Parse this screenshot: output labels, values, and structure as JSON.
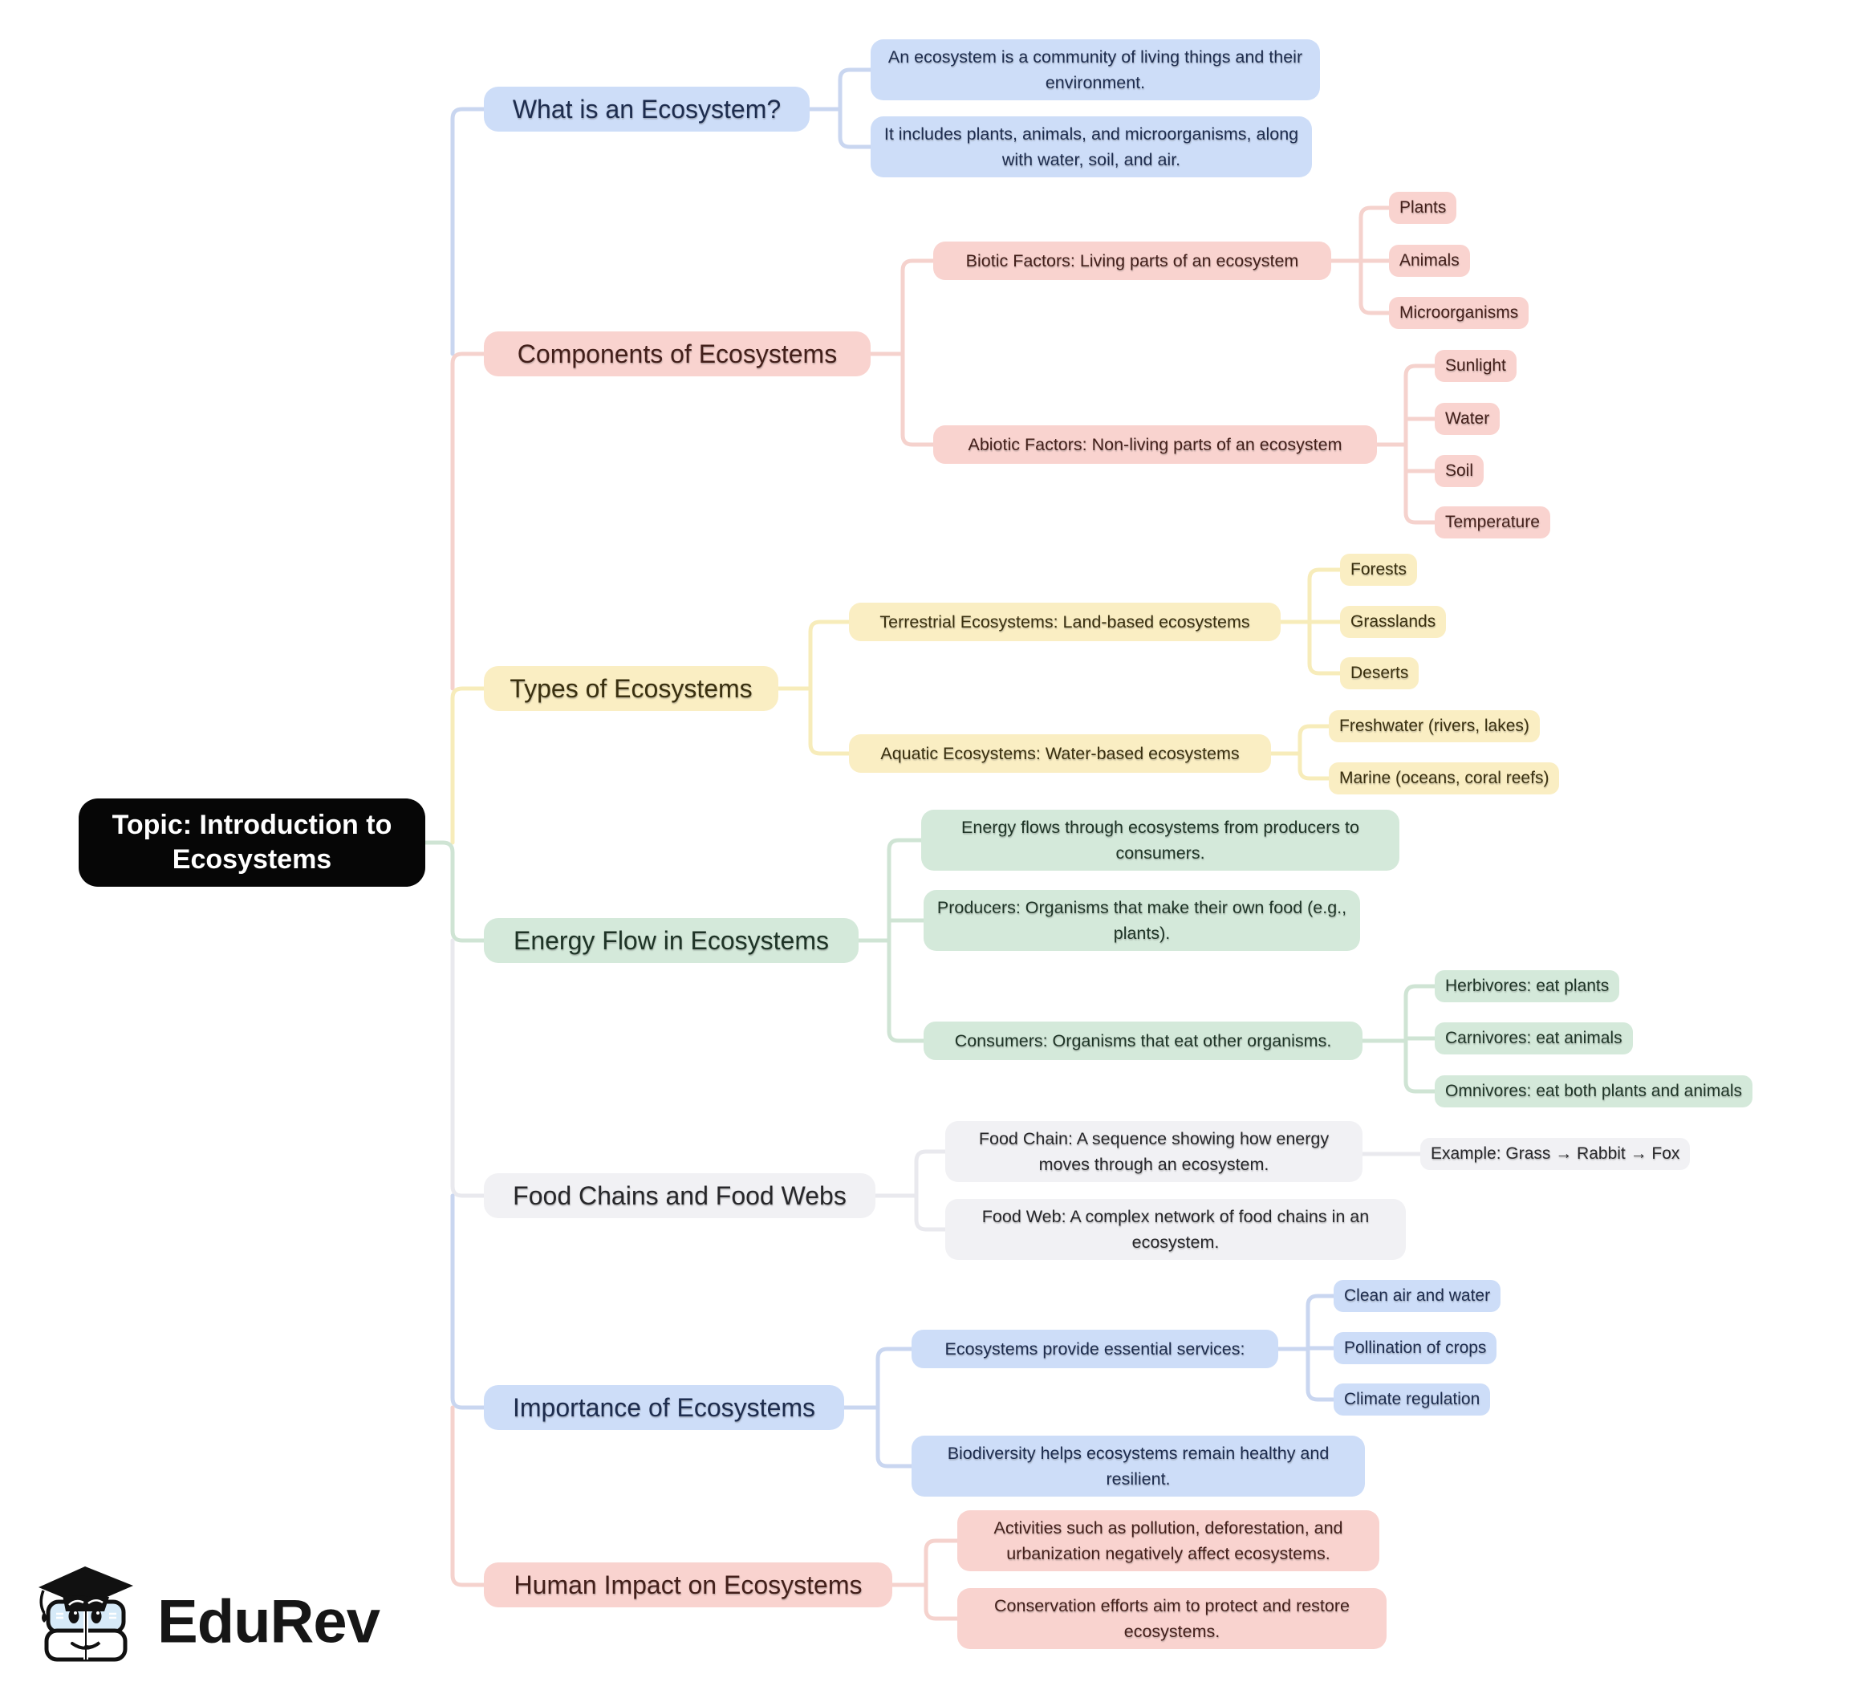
{
  "root": {
    "label": "Topic: Introduction to Ecosystems"
  },
  "branches": [
    {
      "label": "What is an Ecosystem?",
      "color": "#cdddf8",
      "children": [
        {
          "label": "An ecosystem is a community of living things and their environment."
        },
        {
          "label": "It includes plants, animals, and microorganisms, along with water, soil, and air."
        }
      ]
    },
    {
      "label": "Components of Ecosystems",
      "color": "#f9d3cf",
      "children": [
        {
          "label": "Biotic Factors: Living parts of an ecosystem",
          "children": [
            {
              "label": "Plants"
            },
            {
              "label": "Animals"
            },
            {
              "label": "Microorganisms"
            }
          ]
        },
        {
          "label": "Abiotic Factors: Non-living parts of an ecosystem",
          "children": [
            {
              "label": "Sunlight"
            },
            {
              "label": "Water"
            },
            {
              "label": "Soil"
            },
            {
              "label": "Temperature"
            }
          ]
        }
      ]
    },
    {
      "label": "Types of Ecosystems",
      "color": "#faeec3",
      "children": [
        {
          "label": "Terrestrial Ecosystems: Land-based ecosystems",
          "children": [
            {
              "label": "Forests"
            },
            {
              "label": "Grasslands"
            },
            {
              "label": "Deserts"
            }
          ]
        },
        {
          "label": "Aquatic Ecosystems: Water-based ecosystems",
          "children": [
            {
              "label": "Freshwater (rivers, lakes)"
            },
            {
              "label": "Marine (oceans, coral reefs)"
            }
          ]
        }
      ]
    },
    {
      "label": "Energy Flow in Ecosystems",
      "color": "#d4e9da",
      "children": [
        {
          "label": "Energy flows through ecosystems from producers to consumers."
        },
        {
          "label": "Producers: Organisms that make their own food (e.g., plants)."
        },
        {
          "label": "Consumers: Organisms that eat other organisms.",
          "children": [
            {
              "label": "Herbivores: eat plants"
            },
            {
              "label": "Carnivores: eat animals"
            },
            {
              "label": "Omnivores: eat both plants and animals"
            }
          ]
        }
      ]
    },
    {
      "label": "Food Chains and Food Webs",
      "color": "#f1f1f4",
      "children": [
        {
          "label": "Food Chain: A sequence showing how energy moves through an ecosystem.",
          "children": [
            {
              "label": "Example: Grass → Rabbit → Fox"
            }
          ]
        },
        {
          "label": "Food Web: A complex network of food chains in an ecosystem."
        }
      ]
    },
    {
      "label": "Importance of Ecosystems",
      "color": "#cdddf8",
      "children": [
        {
          "label": "Ecosystems provide essential services:",
          "children": [
            {
              "label": "Clean air and water"
            },
            {
              "label": "Pollination of crops"
            },
            {
              "label": "Climate regulation"
            }
          ]
        },
        {
          "label": "Biodiversity helps ecosystems remain healthy and resilient."
        }
      ]
    },
    {
      "label": "Human Impact on Ecosystems",
      "color": "#f9d3cf",
      "children": [
        {
          "label": "Activities such as pollution, deforestation, and urbanization negatively affect ecosystems."
        },
        {
          "label": "Conservation efforts aim to protect and restore ecosystems."
        }
      ]
    }
  ],
  "branding": {
    "name": "EduRev"
  },
  "palette": {
    "root_bg": "#060606",
    "root_text": "#ffffff",
    "blue_fill": "#cdddf8",
    "blue_line": "#c9d6f0",
    "blue_text": "#1d2c4e",
    "pink_fill": "#f9d3cf",
    "pink_line": "#f5d2cd",
    "pink_text": "#431f1a",
    "yellow_fill": "#faeec3",
    "yellow_line": "#f7ecba",
    "yellow_text": "#3a300f",
    "green_fill": "#d4e9da",
    "green_line": "#cfe4d4",
    "green_text": "#1e3426",
    "gray_fill": "#f1f1f4",
    "gray_line": "#e9e9ee",
    "gray_text": "#27272a"
  }
}
